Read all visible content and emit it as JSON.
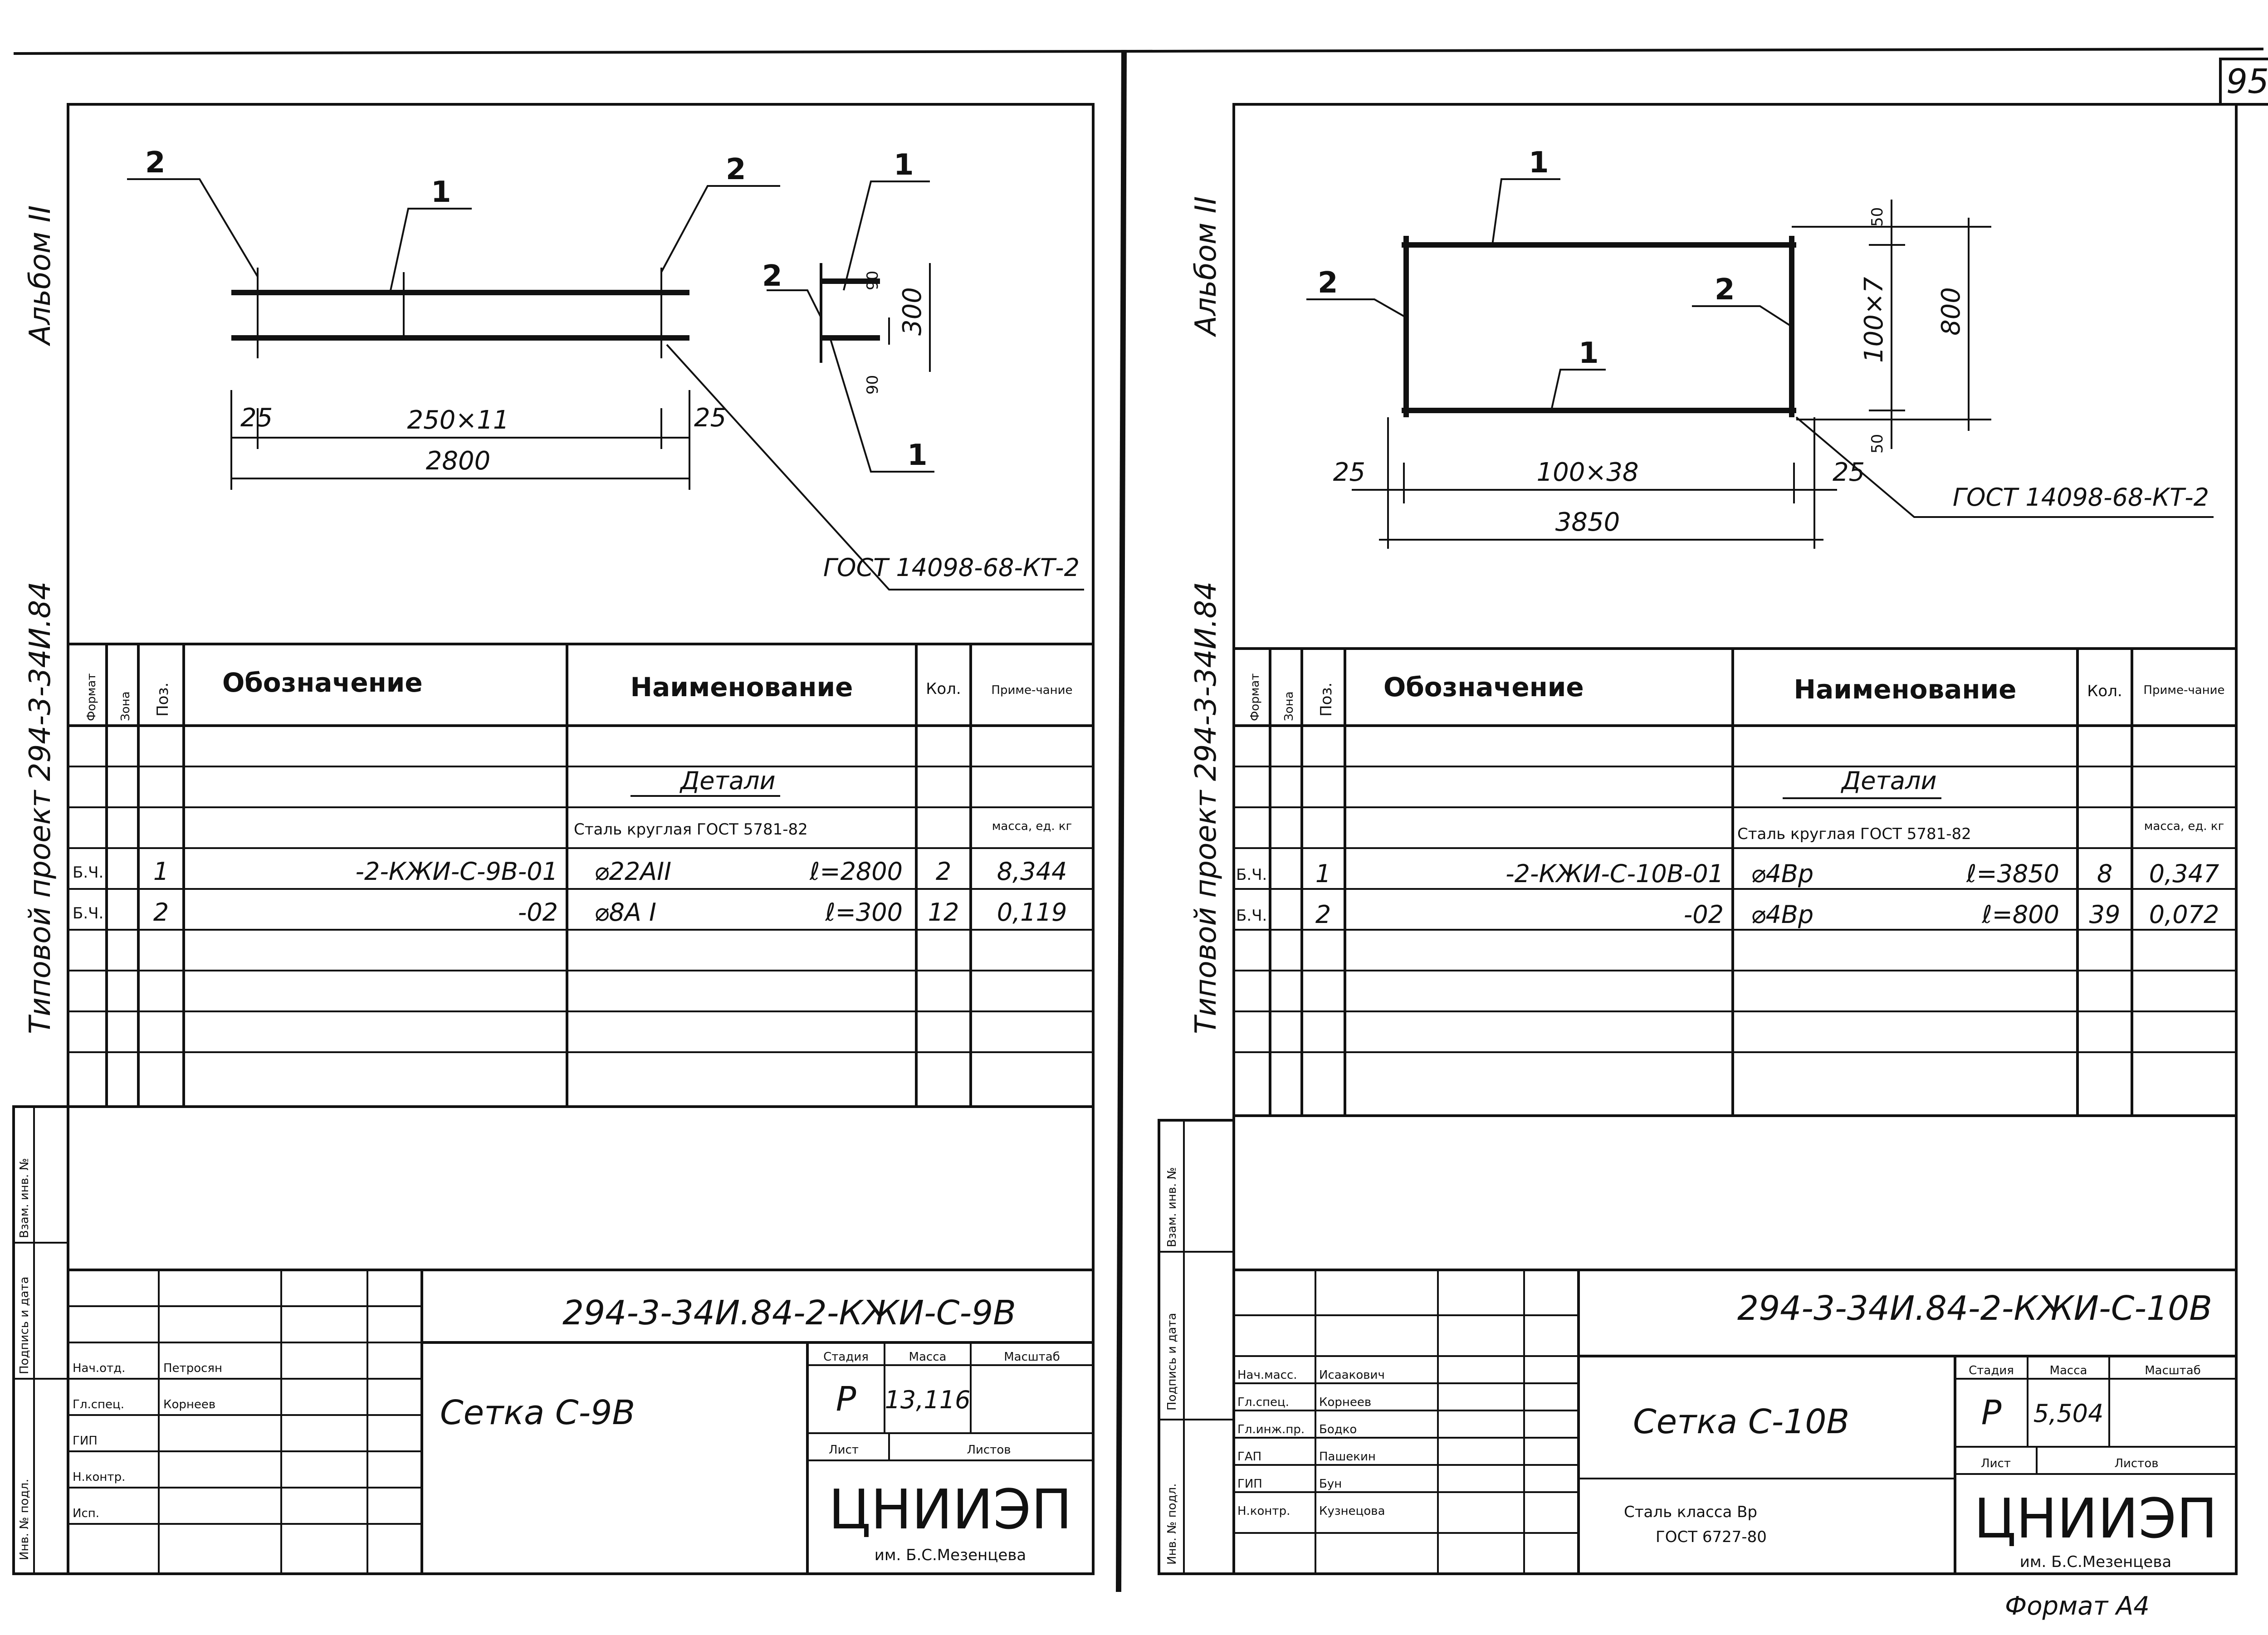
{
  "page_number": "95",
  "format_note": "Формат А4",
  "sheets": [
    {
      "side_album": "Альбом II",
      "side_project": "Типовой проект 294-3-34И.84",
      "drawing": {
        "callout_1": "1",
        "callout_2": "2",
        "dim_pitch": "250×11",
        "dim_total": "2800",
        "dim_end_left": "25",
        "dim_end_right": "25",
        "detail_90_top": "90",
        "detail_300": "300",
        "detail_90_bottom": "90",
        "weld_note": "ГОСТ 14098-68-КТ-2"
      },
      "spec": {
        "h_format": "Формат",
        "h_zone": "Зона",
        "h_pos": "Поз.",
        "h_designation": "Обозначение",
        "h_name": "Наименование",
        "h_qty": "Кол.",
        "h_note": "Приме-чание",
        "section": "Детали",
        "material": "Сталь круглая ГОСТ 5781-82",
        "mass_unit": "масса, ед. кг",
        "rows": [
          {
            "format": "Б.Ч.",
            "pos": "1",
            "designation": "-2-КЖИ-С-9В-01",
            "name": "⌀22АII",
            "length": "ℓ=2800",
            "qty": "2",
            "note": "8,344"
          },
          {
            "format": "Б.Ч.",
            "pos": "2",
            "designation": "-02",
            "name": "⌀8А I",
            "length": "ℓ=300",
            "qty": "12",
            "note": "0,119"
          }
        ]
      },
      "stamp": {
        "code": "294-3-34И.84-2-КЖИ-С-9В",
        "title": "Сетка С-9В",
        "h_stage": "Стадия",
        "h_mass": "Масса",
        "h_scale": "Масштаб",
        "stage": "Р",
        "mass": "13,116",
        "h_sheet": "Лист",
        "h_sheets": "Листов",
        "org": "ЦНИИЭП",
        "org_sub": "им. Б.С.Мезенцева",
        "roles": [
          "Нач.отд.",
          "Гл.спец.",
          "ГИП",
          "Н.контр.",
          "Исп."
        ],
        "names": [
          "Петросян",
          "Корнеев",
          "",
          "",
          ""
        ],
        "side_labels": [
          "Взам. инв. №",
          "Подпись и дата",
          "Инв. № подл."
        ]
      }
    },
    {
      "side_album": "Альбом II",
      "side_project": "Типовой проект 294-3-34И.84",
      "drawing": {
        "callout_1": "1",
        "callout_2": "2",
        "dim_pitch": "100×38",
        "dim_total": "3850",
        "dim_end_left": "25",
        "dim_end_right": "25",
        "dim_vpitch": "100×7",
        "dim_height": "800",
        "dim_50_top": "50",
        "dim_50_bottom": "50",
        "weld_note": "ГОСТ 14098-68-КТ-2"
      },
      "spec": {
        "h_format": "Формат",
        "h_zone": "Зона",
        "h_pos": "Поз.",
        "h_designation": "Обозначение",
        "h_name": "Наименование",
        "h_qty": "Кол.",
        "h_note": "Приме-чание",
        "section": "Детали",
        "material": "Сталь круглая ГОСТ 5781-82",
        "mass_unit": "масса, ед. кг",
        "rows": [
          {
            "format": "Б.Ч.",
            "pos": "1",
            "designation": "-2-КЖИ-С-10В-01",
            "name": "⌀4Вр",
            "length": "ℓ=3850",
            "qty": "8",
            "note": "0,347"
          },
          {
            "format": "Б.Ч.",
            "pos": "2",
            "designation": "-02",
            "name": "⌀4Вр",
            "length": "ℓ=800",
            "qty": "39",
            "note": "0,072"
          }
        ]
      },
      "stamp": {
        "code": "294-3-34И.84-2-КЖИ-С-10В",
        "title": "Сетка С-10В",
        "subtitle_1": "Сталь класса Вр",
        "subtitle_2": "ГОСТ 6727-80",
        "h_stage": "Стадия",
        "h_mass": "Масса",
        "h_scale": "Масштаб",
        "stage": "Р",
        "mass": "5,504",
        "h_sheet": "Лист",
        "h_sheets": "Листов",
        "org": "ЦНИИЭП",
        "org_sub": "им. Б.С.Мезенцева",
        "roles": [
          "Нач.масс.",
          "Гл.спец.",
          "Гл.инж.пр.",
          "ГАП",
          "ГИП",
          "Н.контр."
        ],
        "names": [
          "Исаакович",
          "Корнеев",
          "Бодко",
          "Пашекин",
          "Бун",
          "Кузнецова"
        ],
        "side_labels": [
          "Взам. инв. №",
          "Подпись и дата",
          "Инв. № подл."
        ]
      }
    }
  ]
}
